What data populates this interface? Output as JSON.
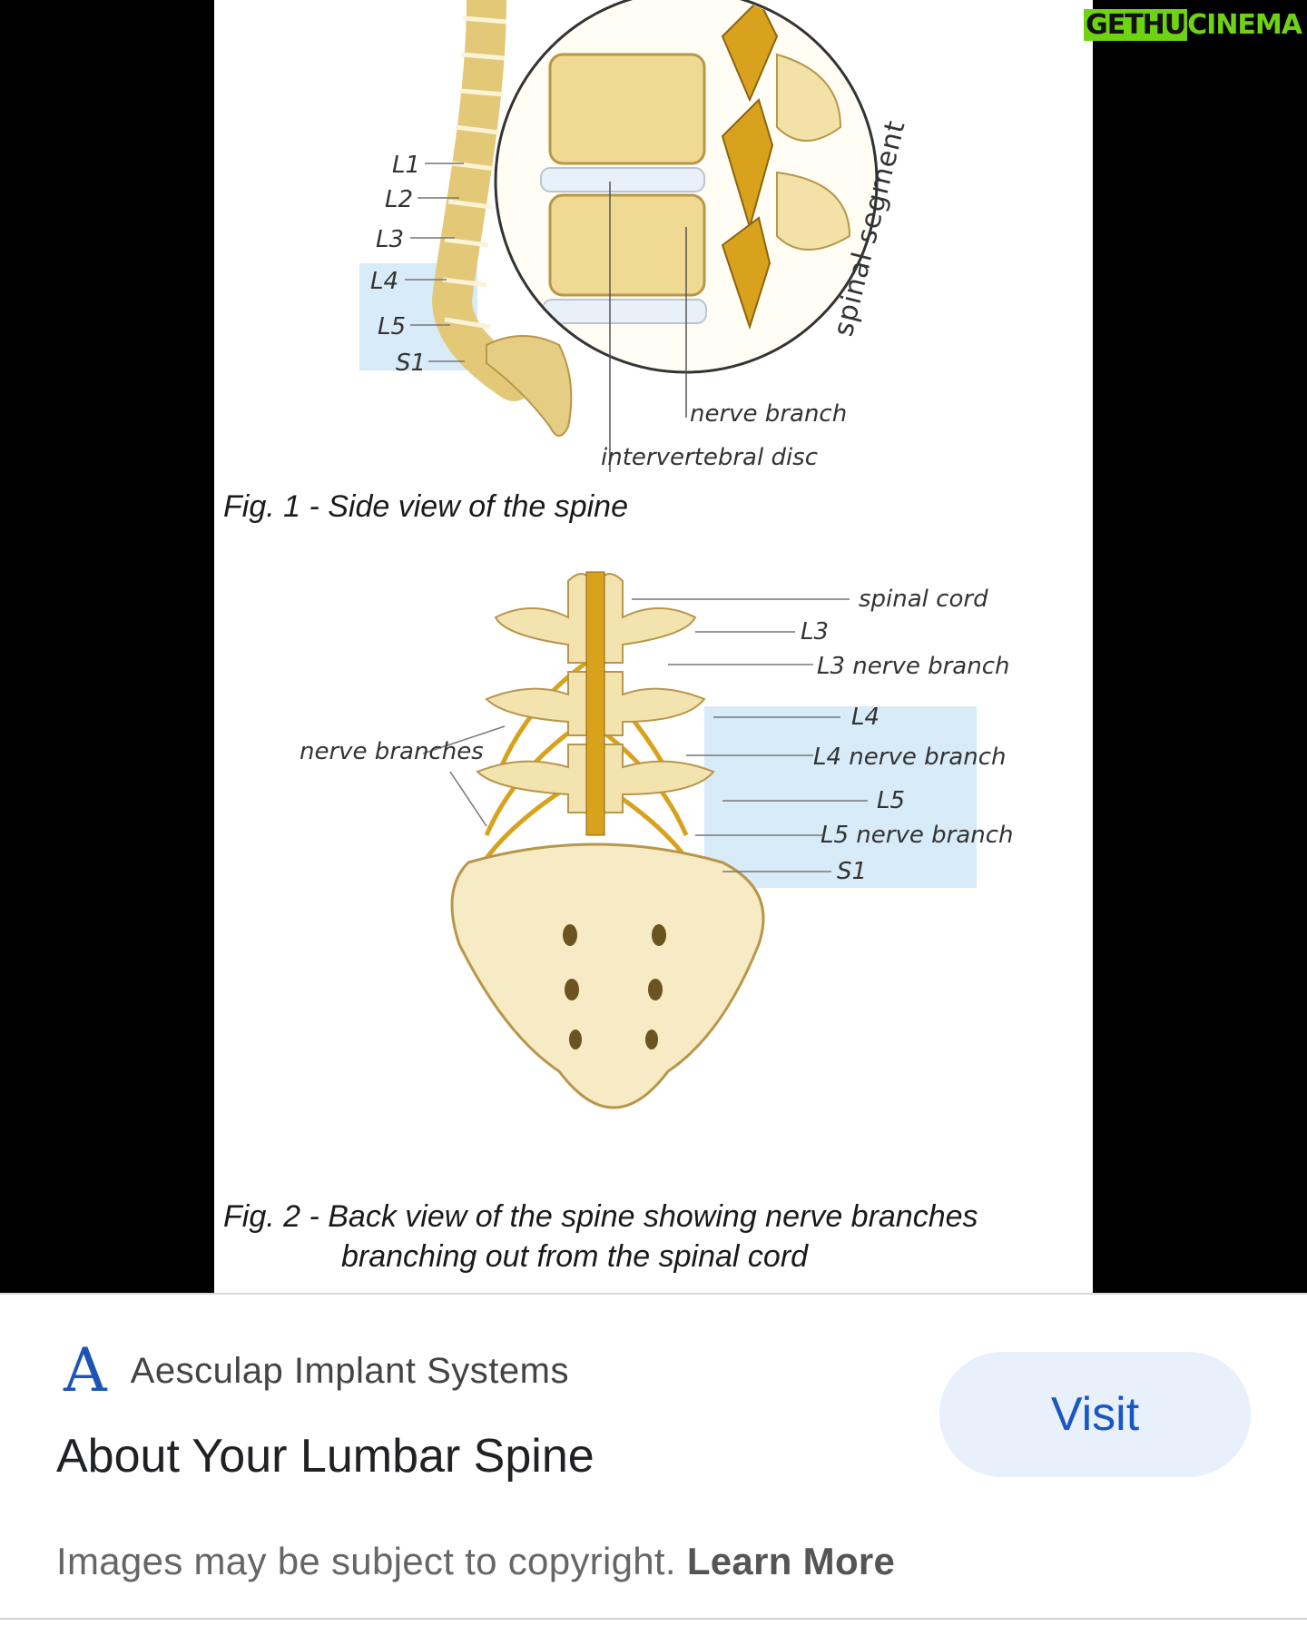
{
  "watermark": {
    "part1": "GETHU",
    "part2": "CINEMA"
  },
  "figure1": {
    "caption": "Fig. 1 - Side view of the spine",
    "labels": {
      "l1": "L1",
      "l2": "L2",
      "l3": "L3",
      "l4": "L4",
      "l5": "L5",
      "s1": "S1",
      "spinal_segment": "spinal segment",
      "nerve_branch": "nerve branch",
      "intervertebral_disc": "intervertebral disc"
    }
  },
  "figure2": {
    "caption_line1": "Fig. 2 - Back view of the spine showing nerve branches",
    "caption_line2": "branching out from the spinal cord",
    "labels": {
      "spinal_cord": "spinal cord",
      "l3": "L3",
      "l3_nerve_branch": "L3 nerve branch",
      "l4": "L4",
      "l4_nerve_branch": "L4 nerve branch",
      "l5": "L5",
      "l5_nerve_branch": "L5 nerve branch",
      "s1": "S1",
      "nerve_branches": "nerve branches"
    }
  },
  "result": {
    "source_logo": "A",
    "source_name": "Aesculap Implant Systems",
    "title": "About Your Lumbar Spine",
    "visit_label": "Visit",
    "copyright_text": "Images may be subject to copyright.",
    "learn_more_label": "Learn More"
  },
  "colors": {
    "bone": "#f1dfa6",
    "bone_dark": "#c9a852",
    "nerve": "#d9a21c",
    "highlight": "#d8ebf8",
    "accent_blue": "#1a56c4",
    "button_bg": "#e8f0fc"
  }
}
